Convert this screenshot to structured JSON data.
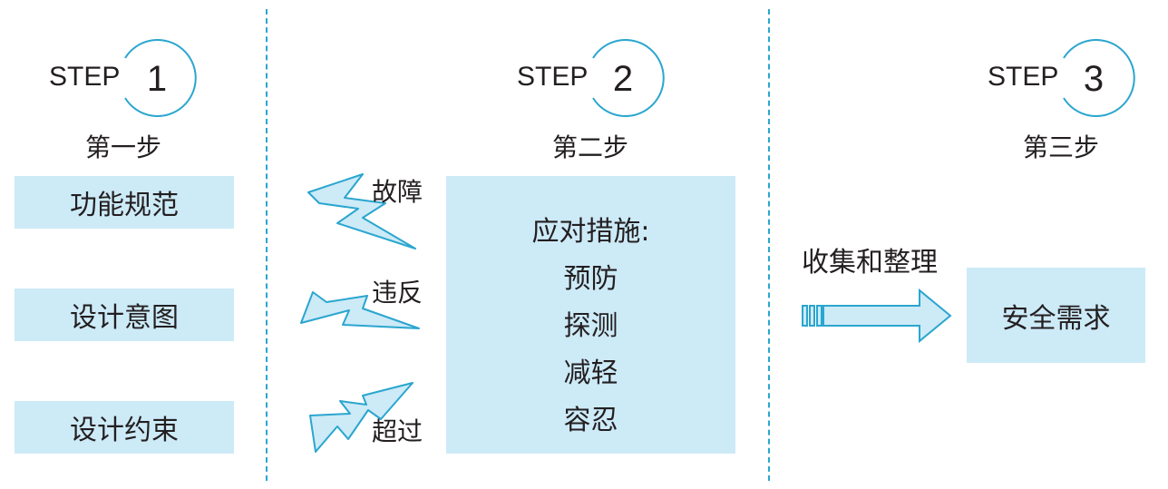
{
  "steps": [
    {
      "label": "STEP",
      "number": "1",
      "title": "第一步"
    },
    {
      "label": "STEP",
      "number": "2",
      "title": "第二步"
    },
    {
      "label": "STEP",
      "number": "3",
      "title": "第三步"
    }
  ],
  "inputs": [
    "功能规范",
    "设计意图",
    "设计约束"
  ],
  "threats": [
    "故障",
    "违反",
    "超过"
  ],
  "measures": {
    "heading": "应对措施:",
    "items": [
      "预防",
      "探测",
      "减轻",
      "容忍"
    ]
  },
  "arrow_label": "收集和整理",
  "output": "安全需求",
  "colors": {
    "accent": "#2aa6cf",
    "box_fill": "#cdeaf7",
    "text": "#231f20"
  }
}
